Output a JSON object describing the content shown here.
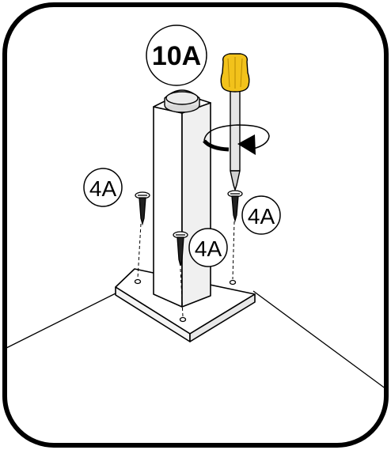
{
  "labels": {
    "post_part": "10A",
    "screw_left": "4A",
    "screw_front": "4A",
    "screw_right": "4A"
  },
  "colors": {
    "outline": "#000000",
    "screwdriver_handle": "#f2c21b",
    "screwdriver_handle_shade": "#d8a400",
    "shaft": "#e6e6e6",
    "cap": "#d9d9d9",
    "background": "#ffffff"
  },
  "icons": {
    "rotation": "clockwise-arrow-icon"
  }
}
